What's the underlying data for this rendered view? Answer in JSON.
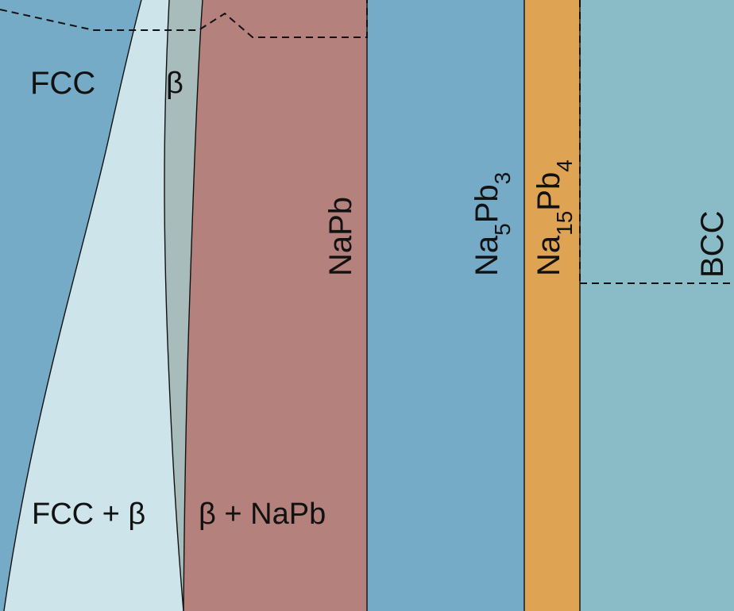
{
  "diagram": {
    "regions": {
      "fcc": {
        "label": "FCC",
        "color": "#76abc8"
      },
      "fcc_beta": {
        "label": "FCC + β",
        "color": "#cde4ea"
      },
      "beta": {
        "label": "β",
        "color": "#a7bcbb"
      },
      "beta_napb": {
        "label": "β + NaPb",
        "color": "#b5817c"
      },
      "napb": {
        "label": "NaPb"
      },
      "na5pb3": {
        "label": "Na5Pb3",
        "element1": "Na",
        "sub1": "5",
        "element2": "Pb",
        "sub2": "3",
        "color": "#76abc8"
      },
      "na15pb4": {
        "label": "Na15Pb4",
        "element1": "Na",
        "sub1": "15",
        "element2": "Pb",
        "sub2": "4",
        "color": "#dfa453"
      },
      "bcc": {
        "label": "BCC",
        "color": "#8abcc8"
      }
    },
    "colors": {
      "boundary": "#111111",
      "dashed": "#111111"
    }
  }
}
